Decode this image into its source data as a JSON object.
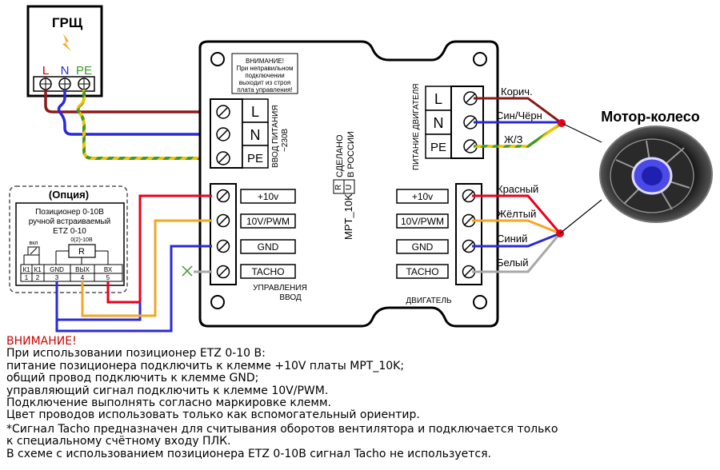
{
  "panel": {
    "title": "ГРЩ",
    "L": "L",
    "N": "N",
    "PE": "PE"
  },
  "option": {
    "header": "(Опция)",
    "title_line1": "Позиционер 0-10В",
    "title_line2": "ручной встраиваемый",
    "title_line3": "ETZ 0-10",
    "vkl": "вкл",
    "range": "0(2)-10В",
    "R": "R",
    "terms": [
      "К1",
      "К1",
      "GND",
      "ВЫХ",
      "ВХ"
    ],
    "nums": [
      "1",
      "2",
      "3",
      "4",
      "5"
    ]
  },
  "board": {
    "warning": [
      "ВНИМАНИЕ!",
      "При неправильном",
      "подключении",
      "выходит из строя",
      "плата управления!"
    ],
    "power_input_label": [
      "ВВОД ПИТАНИЯ",
      "~230В"
    ],
    "power_terms": [
      "L",
      "N",
      "PE"
    ],
    "made_in": [
      "СДЕЛАНО",
      "В РОССИИ"
    ],
    "model": "MPT_10K",
    "ru_mark": [
      "R",
      "U"
    ],
    "motor_power_label": "ПИТАНИЕ ДВИГАТЕЛЯ",
    "motor_terms": [
      "L",
      "N",
      "PE"
    ],
    "control_terms": [
      "+10v",
      "10V/PWM",
      "GND",
      "TACHO"
    ],
    "control_label": [
      "УПРАВЛЕНИЯ",
      "ВВОД"
    ],
    "engine_terms": [
      "+10v",
      "10V/PWM",
      "GND",
      "TACHO"
    ],
    "engine_label": "ДВИГАТЕЛЬ"
  },
  "wires": {
    "power": [
      "Корич.",
      "Син/Чёрн",
      "Ж/З"
    ],
    "signal": [
      "Красный",
      "Жёлтый",
      "Синий",
      "Белый"
    ]
  },
  "motor": {
    "title": "Мотор-колесо"
  },
  "notes": {
    "warning": "ВНИМАНИЕ!",
    "lines": [
      "При использовании позиционер ETZ 0-10 В:",
      "питание позиционера подключить к клемме +10V платы MPT_10K;",
      "общий провод подключить к клемме GND;",
      "управляющий сигнал подключить к клемме 10V/PWM.",
      "Подключение выполнять согласно маркировке клемм.",
      "Цвет проводов использовать только как вспомогательный ориентир.",
      "*Сигнал Tacho предназначен для считывания оборотов вентилятора и подключается только",
      "к специальному счётному входу ПЛК.",
      "В схеме с использованием позиционера ETZ 0-10В  сигнал Tacho не используется."
    ]
  },
  "colors": {
    "brown": "#8b1a1a",
    "blue": "#2a2ad8",
    "yellow": "#f2c200",
    "green": "#3a9a2a",
    "orange": "#f5a623",
    "red": "#e8001c",
    "grey": "#a8a8a8"
  }
}
